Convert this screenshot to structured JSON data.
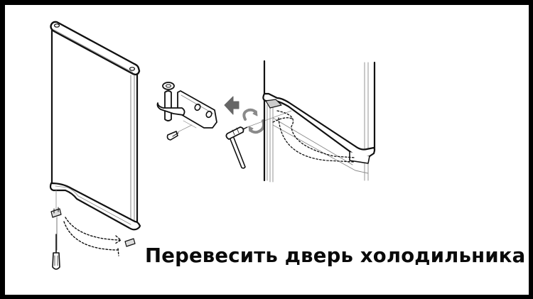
{
  "caption": "Перевесить дверь холодильника",
  "colors": {
    "frame": "#000000",
    "background": "#ffffff",
    "line": "#111111",
    "arrow": "#666666",
    "rotate_arrow": "#8a8a8a"
  },
  "parts": {
    "door": "refrigerator-door",
    "hinge": "door-hinge-bracket",
    "washer": "hinge-washer",
    "screw": "hinge-screw",
    "wrench": "socket-wrench",
    "fridge": "refrigerator-body",
    "screwdriver": "screwdriver",
    "plug": "hole-cover-plug"
  }
}
